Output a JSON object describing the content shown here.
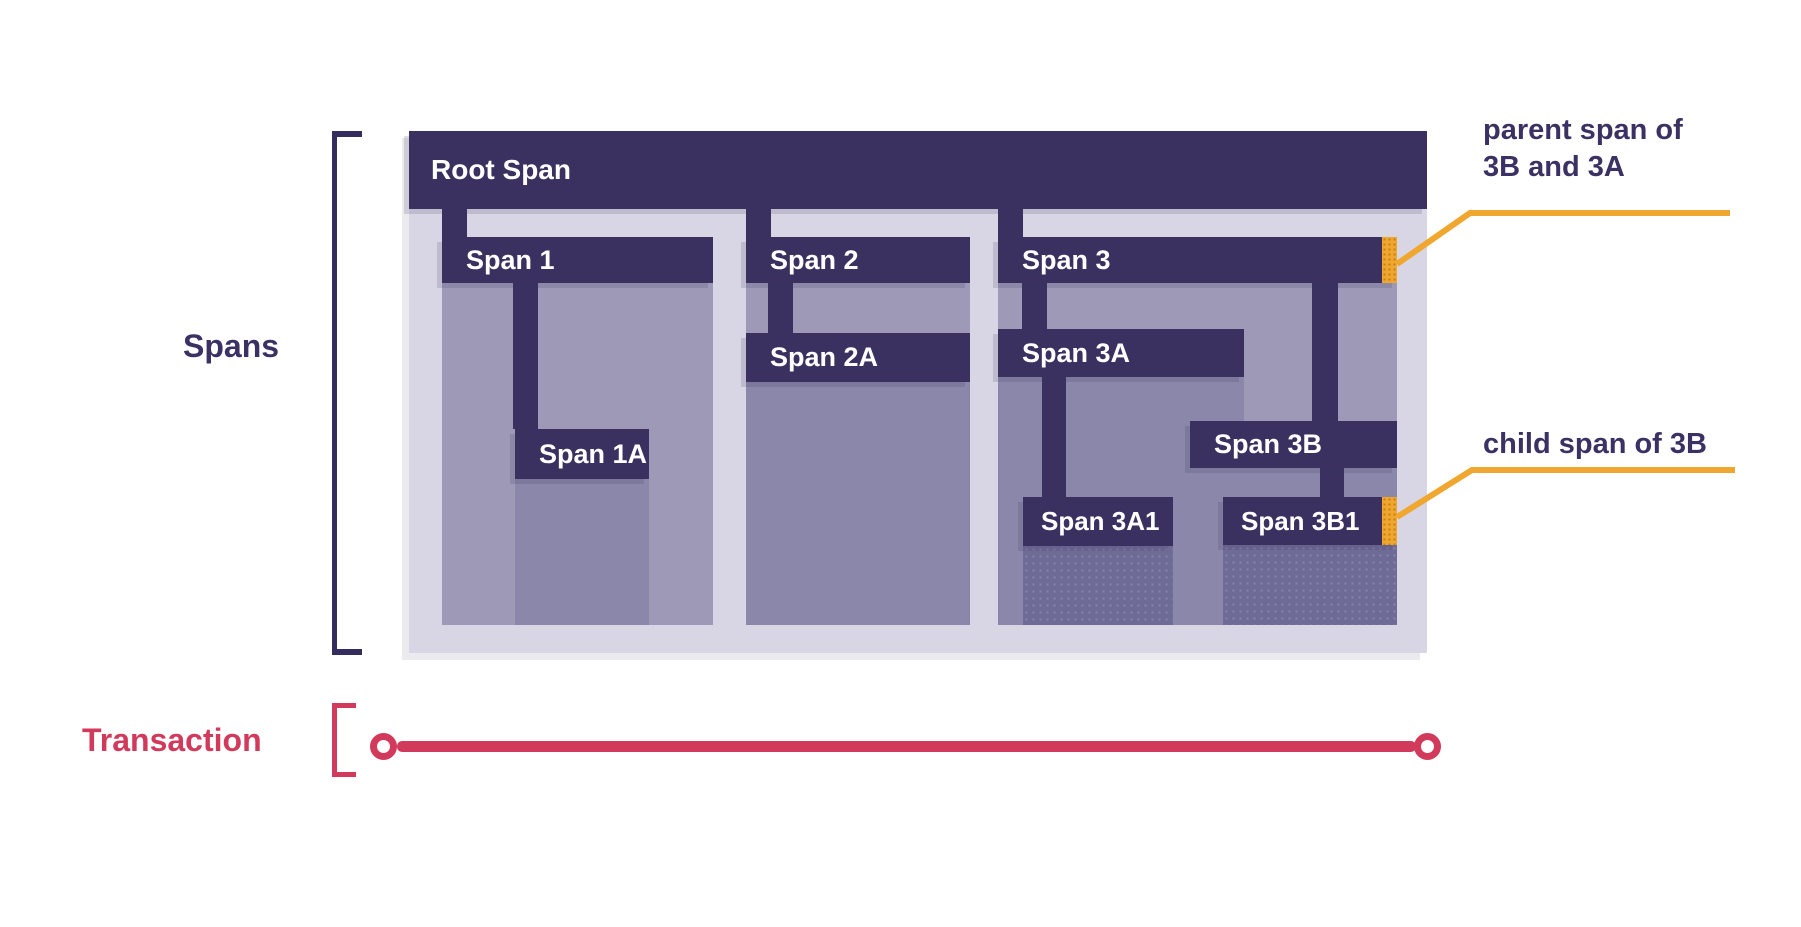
{
  "labels": {
    "root": "Root Span",
    "span1": "Span 1",
    "span1a": "Span 1A",
    "span2": "Span 2",
    "span2a": "Span 2A",
    "span3": "Span 3",
    "span3a": "Span 3A",
    "span3a1": "Span 3A1",
    "span3b": "Span 3B",
    "span3b1": "Span 3B1"
  },
  "side_labels": {
    "spans": "Spans",
    "transaction": "Transaction"
  },
  "annotations": {
    "parent_line1": "parent span of",
    "parent_line2": "3B and 3A",
    "child": "child span of 3B"
  },
  "hierarchy": [
    {
      "span": "Root Span",
      "parent": null
    },
    {
      "span": "Span 1",
      "parent": "Root Span"
    },
    {
      "span": "Span 1A",
      "parent": "Span 1"
    },
    {
      "span": "Span 2",
      "parent": "Root Span"
    },
    {
      "span": "Span 2A",
      "parent": "Span 2"
    },
    {
      "span": "Span 3",
      "parent": "Root Span"
    },
    {
      "span": "Span 3A",
      "parent": "Span 3"
    },
    {
      "span": "Span 3A1",
      "parent": "Span 3A"
    },
    {
      "span": "Span 3B",
      "parent": "Span 3"
    },
    {
      "span": "Span 3B1",
      "parent": "Span 3B"
    }
  ],
  "colors": {
    "span_bar_dark": "#3A3160",
    "panel_light": "#D8D6E4",
    "track_level1": "#9D99B7",
    "track_level2": "#8B87AA",
    "track_level3": "#6F6B97",
    "marker_orange": "#EFA72F",
    "transaction_red": "#D23A5C",
    "annotation_text": "#3B3163",
    "background": "#FFFFFF"
  }
}
